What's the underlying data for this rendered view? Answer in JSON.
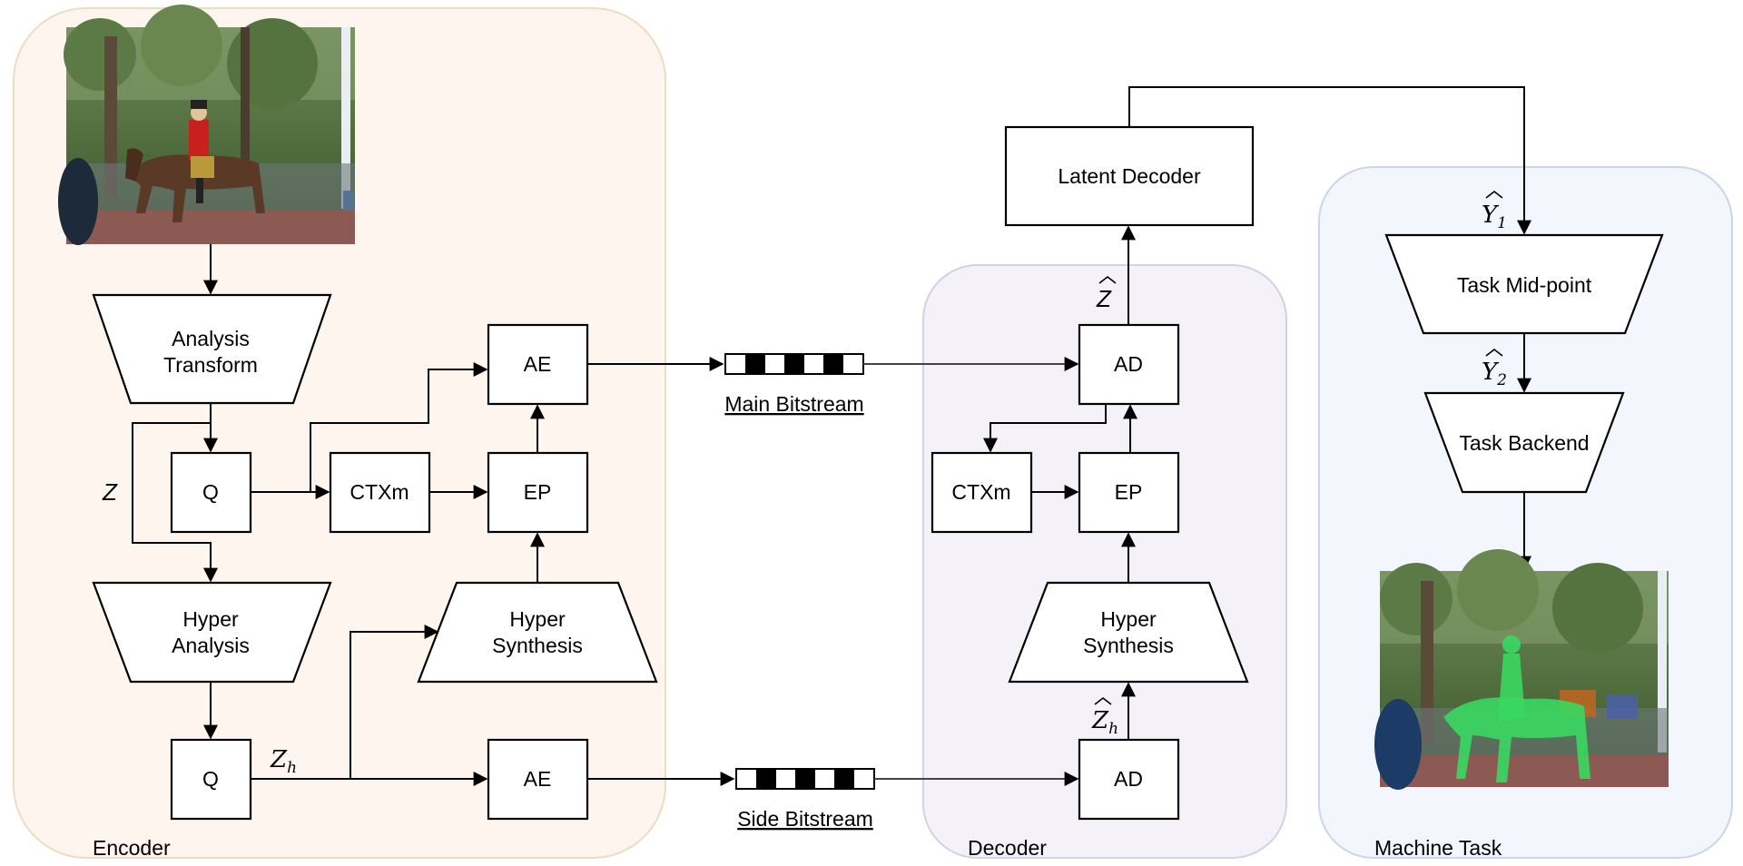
{
  "colors": {
    "encoder_fill": "#fdf5ee",
    "encoder_stroke": "#efdcbf",
    "decoder_fill": "#f4f1f8",
    "decoder_stroke": "#d5d0e3",
    "task_fill": "#f3f6fc",
    "task_stroke": "#cad5ec",
    "mask_green": "#38d860"
  },
  "regions": {
    "encoder": "Encoder",
    "decoder": "Decoder",
    "task": "Machine Task"
  },
  "encoder": {
    "analysis_line1": "Analysis",
    "analysis_line2": "Transform",
    "q1": "Q",
    "ctxm": "CTXm",
    "ep": "EP",
    "ae_main": "AE",
    "hyper_analysis_line1": "Hyper",
    "hyper_analysis_line2": "Analysis",
    "hyper_synthesis_line1": "Hyper",
    "hyper_synthesis_line2": "Synthesis",
    "q2": "Q",
    "ae_side": "AE",
    "z_label": "Z",
    "zh_label": "Z",
    "zh_sub": "h"
  },
  "bitstreams": {
    "main": "Main Bitstream",
    "side": "Side Bitstream"
  },
  "decoder": {
    "latent_decoder": "Latent Decoder",
    "ad_main": "AD",
    "ctxm": "CTXm",
    "ep": "EP",
    "hyper_synthesis_line1": "Hyper",
    "hyper_synthesis_line2": "Synthesis",
    "ad_side": "AD",
    "zhat_label": "Z",
    "zhhat_label": "Z",
    "zhhat_sub": "h"
  },
  "task": {
    "midpoint": "Task Mid-point",
    "backend": "Task Backend",
    "y1_label": "Y",
    "y1_sub": "1",
    "y2_label": "Y",
    "y2_sub": "2"
  },
  "icons": {
    "input_image": "horse-rider-photo",
    "output_image": "segmentation-mask-photo"
  }
}
